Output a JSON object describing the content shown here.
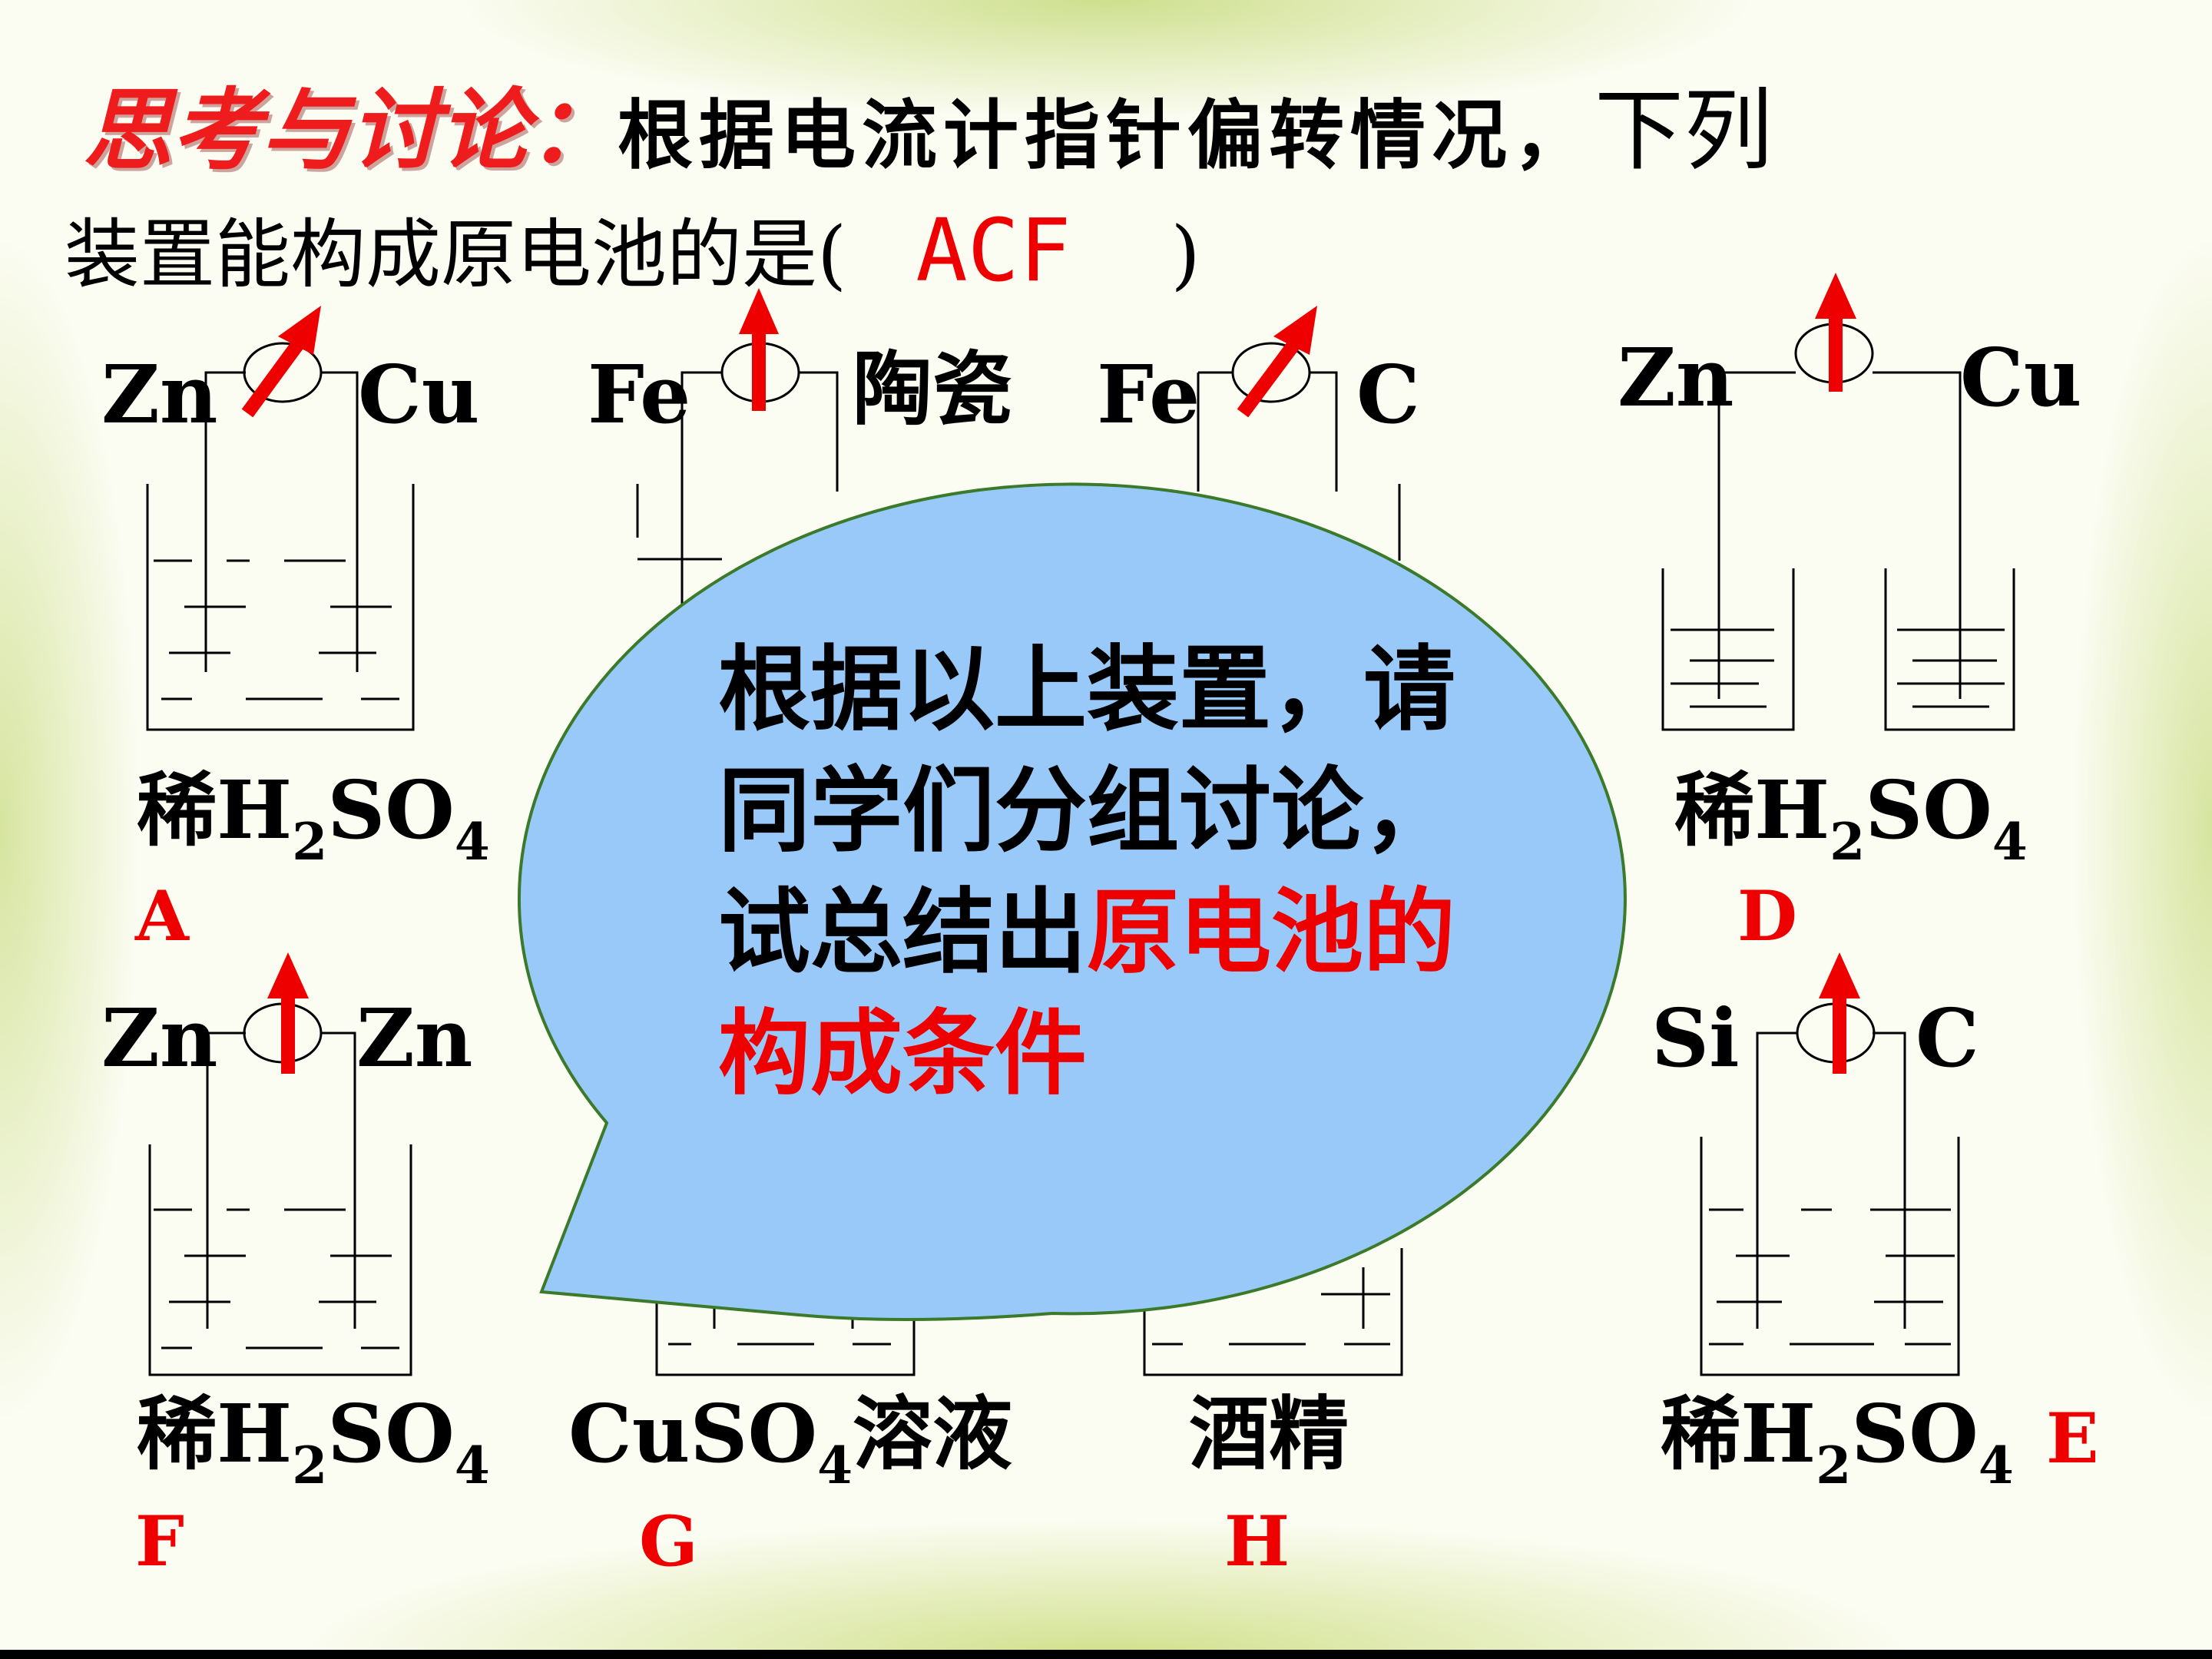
{
  "question": {
    "label": "思考与讨论：",
    "description": "根据电流计指针偏转情况，",
    "rest_line1": "下列",
    "line2_prefix": "装置能构成原电池的是(",
    "answer": "ACF",
    "line2_suffix": ")"
  },
  "devices": {
    "A": {
      "left": "Zn",
      "right": "Cu",
      "solution_prefix": "稀H",
      "letter": "A"
    },
    "B": {
      "left": "Fe",
      "right": "陶瓷"
    },
    "C": {
      "left": "Fe",
      "right": "C"
    },
    "D": {
      "left": "Zn",
      "right": "Cu",
      "solution_prefix": "稀H",
      "letter": "D"
    },
    "F": {
      "left": "Zn",
      "right": "Zn",
      "solution_prefix": "稀H",
      "letter": "F"
    },
    "G": {
      "solution_prefix": "CuSO",
      "solution_suffix": "溶液",
      "letter": "G"
    },
    "H": {
      "solution": "酒精",
      "letter": "H"
    },
    "E": {
      "left": "Si",
      "right": "C",
      "solution_prefix": "稀H",
      "letter": "E"
    }
  },
  "formula": {
    "sub2": "2",
    "so": "SO",
    "sub4": "4"
  },
  "bubble": {
    "text_black": "根据以上装置，请同学们分组讨论，试总结出",
    "text_red": "原电池的构成条件"
  },
  "colors": {
    "red": "#ee0000",
    "bubble_fill": "#99c9f8",
    "bubble_stroke": "#3b7a2a"
  },
  "icons": [
    "galvanometer-icon",
    "needle-arrow-icon",
    "beaker-icon",
    "speech-bubble"
  ]
}
